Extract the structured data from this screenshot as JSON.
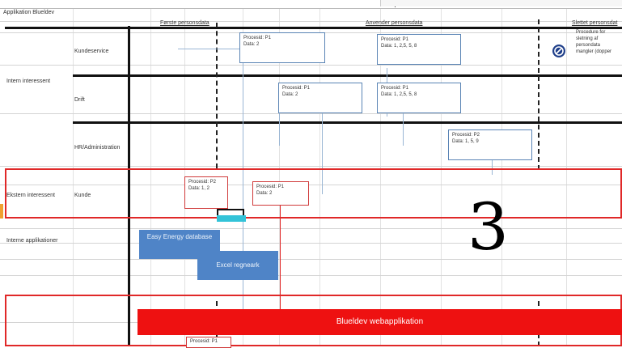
{
  "sheet": {
    "title": "Applikation Blueldev"
  },
  "columns": {
    "left": "Første personsdata",
    "middle": "Anvender personsdata",
    "right": "Slettet personsdat"
  },
  "groups": {
    "internal": "Intern interessent",
    "external": "Ekstern interessent",
    "applications": "Interne applikationer"
  },
  "lanes": {
    "kundeservice": "Kundeservice",
    "drift": "Drift",
    "hr": "HR/Administration",
    "kunde": "Kunde"
  },
  "processes": [
    {
      "line1": "Procesid: P1",
      "line2": "Data: 2"
    },
    {
      "line1": "Procesid: P1",
      "line2": "Data: 1, 2,5, 5, 8"
    },
    {
      "line1": "Procesid: P1",
      "line2": "Data: 2"
    },
    {
      "line1": "Procesid: P1",
      "line2": "Data: 1, 2,5, 5, 8"
    },
    {
      "line1": "Procesid: P2",
      "line2": "Data: 1, 5, 9"
    },
    {
      "line1": "Procesid: P2",
      "line2": "Data: 1, 2"
    },
    {
      "line1": "Procesid: P1",
      "line2": "Data: 2"
    },
    {
      "line1": "Procesid: P1",
      "line2": ""
    }
  ],
  "deletion_note": [
    "Procedure for",
    "sletning af",
    "persondata",
    "mangler (dopper"
  ],
  "apps": {
    "easy_energy": "Easy Energy database",
    "excel": "Excel regneark",
    "webapp": "Blueldev webapplikation"
  },
  "overlay_number": "3",
  "colors": {
    "red": "#ee1111",
    "blue": "#4f84c7",
    "cyan": "#33c3d8"
  },
  "icons": {
    "no_entry": "no-entry-icon"
  }
}
